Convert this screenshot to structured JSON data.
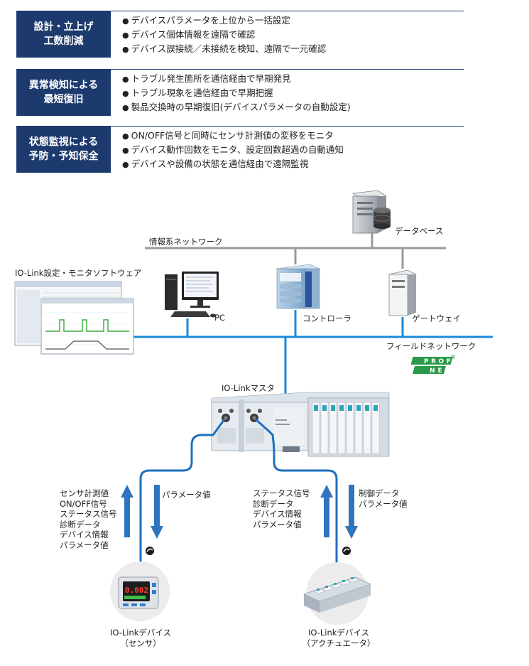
{
  "features": [
    {
      "label_lines": [
        "設計・立上げ",
        "工数削減"
      ],
      "items": [
        "デバイスパラメータを上位から一括設定",
        "デバイス個体情報を遠隔で確認",
        "デバイス誤接続／未接続を検知、遠隔で一元確認"
      ]
    },
    {
      "label_lines": [
        "異常検知による",
        "最短復旧"
      ],
      "items": [
        "トラブル発生箇所を通信経由で早期発見",
        "トラブル現象を通信経由で早期把握",
        "製品交換時の早期復旧(デバイスパラメータの自動設定)"
      ]
    },
    {
      "label_lines": [
        "状態監視による",
        "予防・予知保全"
      ],
      "items": [
        "ON/OFF信号と同時にセンサ計測値の変移をモニタ",
        "デバイス動作回数をモニタ、設定回数超過の自動通知",
        "デバイスや設備の状態を通信経由で遠隔監視"
      ]
    }
  ],
  "diagram": {
    "info_network": "情報系ネットワーク",
    "database": "データベース",
    "software": "IO-Link設定・モニタソフトウェア",
    "pc": "PC",
    "controller": "コントローラ",
    "gateway": "ゲートウェイ",
    "field_network": "フィールドネットワーク",
    "profinet_top": "PROFI",
    "profinet_bottom": "NET",
    "registered": "®",
    "master": "IO-Linkマスタ",
    "sensor_up": [
      "センサ計測値",
      "ON/OFF信号",
      "ステータス信号",
      "診断データ",
      "デバイス情報",
      "パラメータ値"
    ],
    "sensor_down": "パラメータ値",
    "actuator_up": [
      "ステータス信号",
      "診断データ",
      "デバイス情報",
      "パラメータ値"
    ],
    "actuator_down": [
      "制御データ",
      "パラメータ値"
    ],
    "sensor_device": [
      "IO-Linkデバイス",
      "（センサ）"
    ],
    "sensor_display": "0.002",
    "actuator_device": [
      "IO-Linkデバイス",
      "（アクチュエータ）"
    ]
  },
  "colors": {
    "navy": "#1d3a6e",
    "field_line": "#1a8ad6",
    "info_line": "#9a9a9a",
    "cable": "#1e6fc0",
    "arrow": "#2f74c0"
  }
}
